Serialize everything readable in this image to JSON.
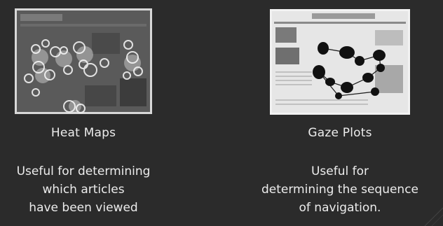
{
  "left_panel": {
    "caption": "Heat Maps",
    "description_lines": [
      "Useful for determining",
      "which articles",
      "have been viewed"
    ],
    "image_icon": "heatmap-screenshot-image"
  },
  "right_panel": {
    "caption": "Gaze Plots",
    "description_lines": [
      "Useful for",
      "determining the sequence",
      "of navigation."
    ],
    "image_icon": "gaze-plot-screenshot-image"
  },
  "colors": {
    "background": "#2b2b2b",
    "text": "#ececec",
    "frame": "#e0e0e0"
  }
}
